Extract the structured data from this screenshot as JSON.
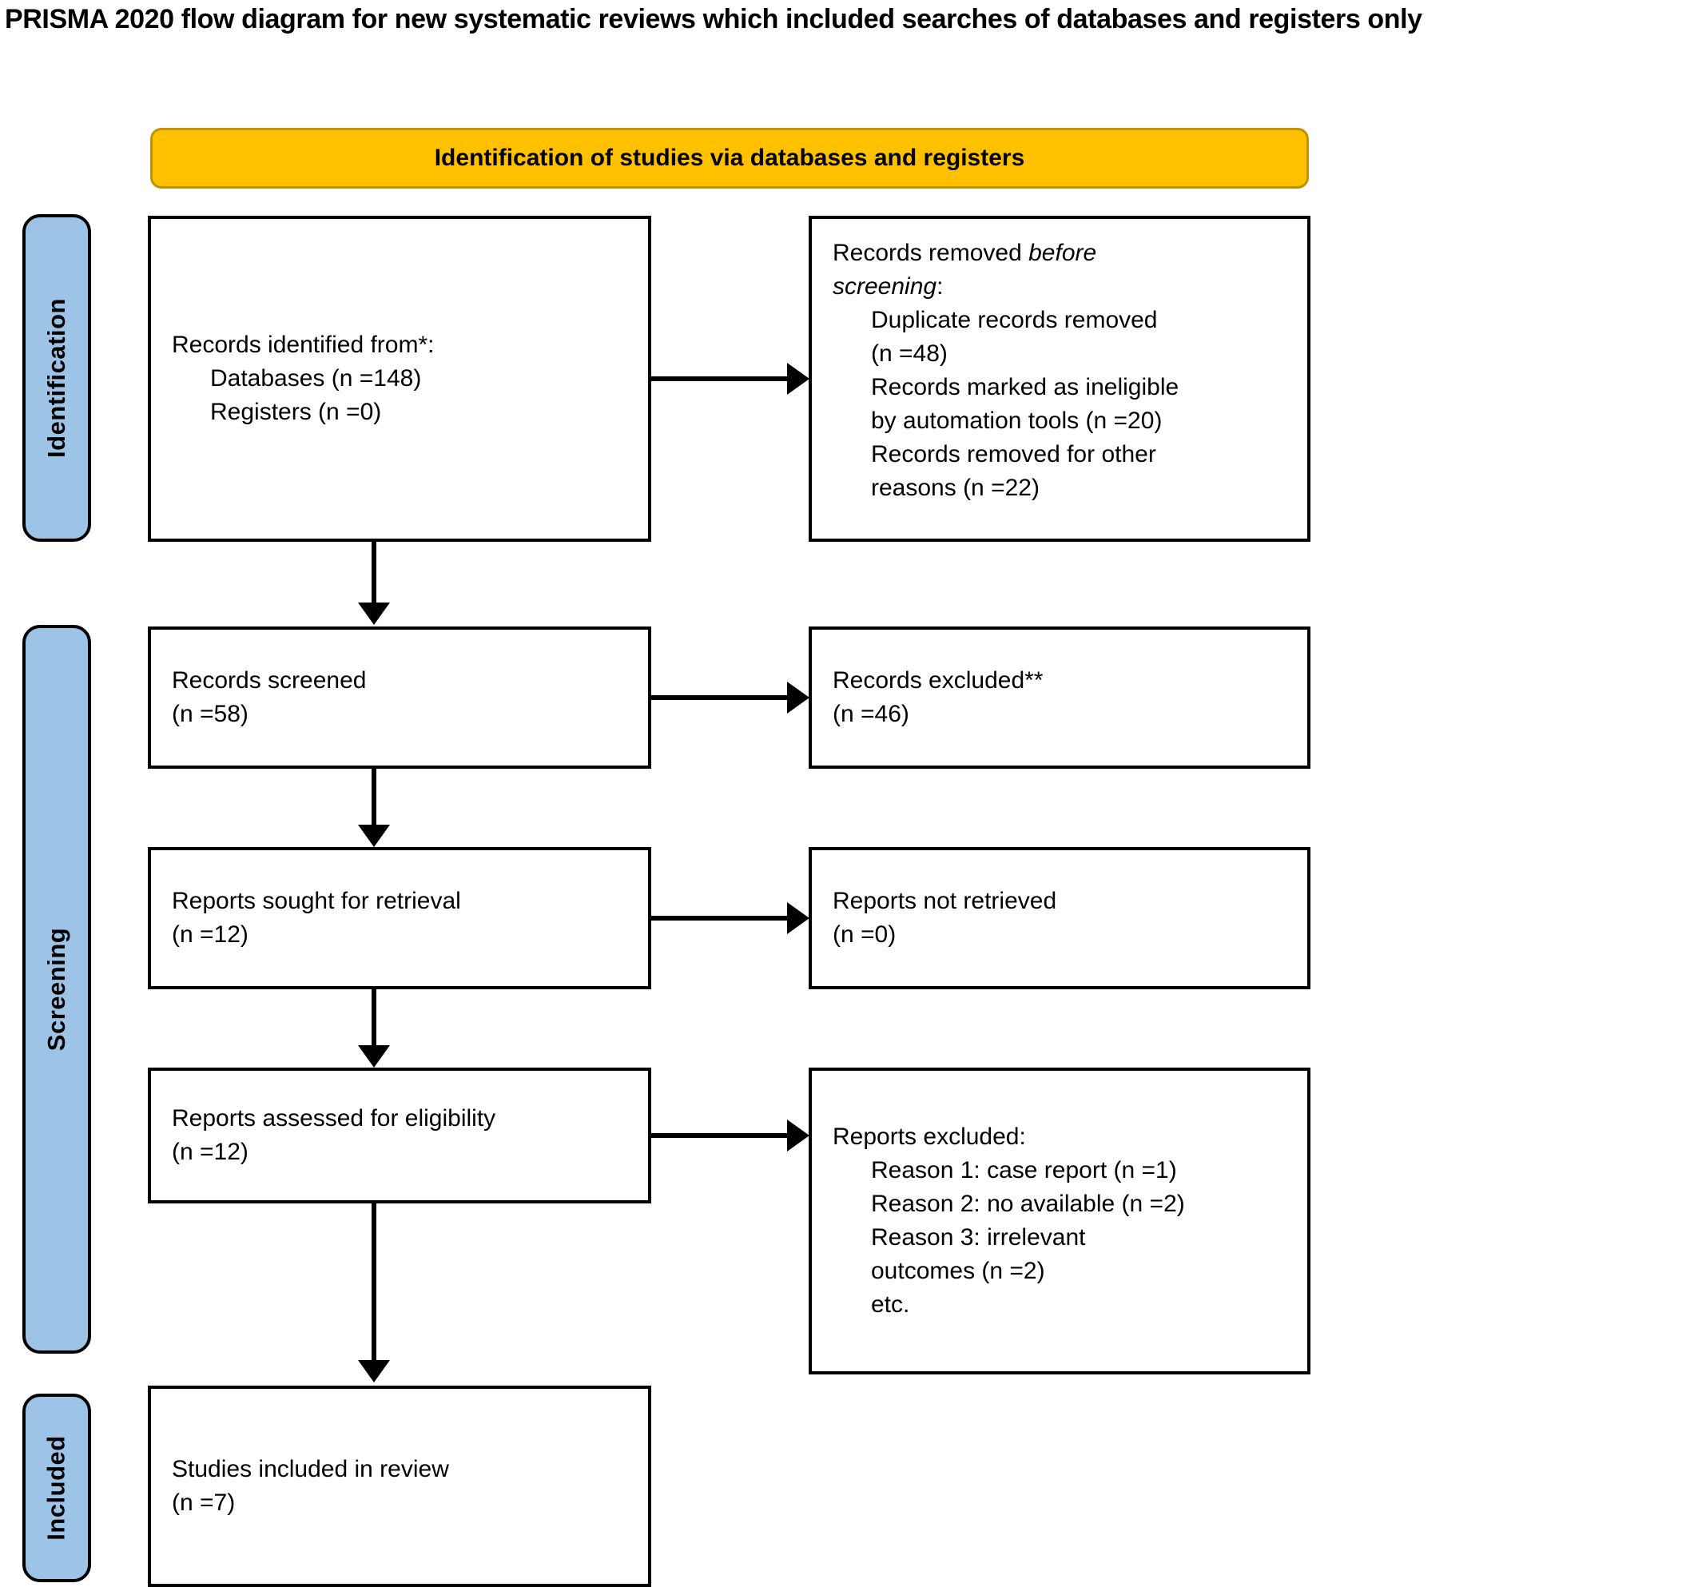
{
  "title": "PRISMA 2020 flow diagram for new systematic reviews which included searches of databases and registers only",
  "colors": {
    "banner_fill": "#FFC000",
    "banner_border": "#BF9000",
    "side_label_fill": "#9DC3E6",
    "box_border": "#000000",
    "box_fill": "#FFFFFF",
    "arrow": "#000000"
  },
  "banner": {
    "label": "Identification of studies via databases and registers"
  },
  "side_labels": [
    {
      "label": "Identification"
    },
    {
      "label": "Screening"
    },
    {
      "label": "Included"
    }
  ],
  "boxes": {
    "records_identified": {
      "lines": [
        {
          "text": "Records identified from*:",
          "indent": false
        },
        {
          "text": "Databases (n =148)",
          "indent": true
        },
        {
          "text": "Registers (n =0)",
          "indent": true
        }
      ]
    },
    "records_removed": {
      "line1_pre": "Records removed ",
      "line1_em": "before",
      "line2_em": "screening",
      "line2_post": ":",
      "lines": [
        {
          "text": "Duplicate records removed",
          "indent": true
        },
        {
          "text": "(n =48)",
          "indent": true
        },
        {
          "text": "Records marked as ineligible",
          "indent": true
        },
        {
          "text": "by automation tools (n =20)",
          "indent": true
        },
        {
          "text": "Records removed for other",
          "indent": true
        },
        {
          "text": "reasons (n =22)",
          "indent": true
        }
      ]
    },
    "records_screened": {
      "lines": [
        {
          "text": "Records screened",
          "indent": false
        },
        {
          "text": "(n =58)",
          "indent": false
        }
      ]
    },
    "records_excluded": {
      "lines": [
        {
          "text": "Records excluded**",
          "indent": false
        },
        {
          "text": "(n =46)",
          "indent": false
        }
      ]
    },
    "reports_sought": {
      "lines": [
        {
          "text": "Reports sought for retrieval",
          "indent": false
        },
        {
          "text": "(n =12)",
          "indent": false
        }
      ]
    },
    "reports_not_retrieved": {
      "lines": [
        {
          "text": "Reports not retrieved",
          "indent": false
        },
        {
          "text": "(n =0)",
          "indent": false
        }
      ]
    },
    "reports_assessed": {
      "lines": [
        {
          "text": "Reports assessed for eligibility",
          "indent": false
        },
        {
          "text": "(n =12)",
          "indent": false
        }
      ]
    },
    "reports_excluded": {
      "lines": [
        {
          "text": "Reports excluded:",
          "indent": false
        },
        {
          "text": "Reason 1: case report (n =1)",
          "indent": true
        },
        {
          "text": "Reason 2: no available (n =2)",
          "indent": true
        },
        {
          "text": "Reason 3: irrelevant",
          "indent": true
        },
        {
          "text": "outcomes (n =2)",
          "indent": true
        },
        {
          "text": "etc.",
          "indent": true
        }
      ]
    },
    "studies_included": {
      "lines": [
        {
          "text": "Studies included in review",
          "indent": false
        },
        {
          "text": "(n =7)",
          "indent": false
        }
      ]
    }
  },
  "flow_data": {
    "type": "flowchart",
    "identified_databases": 148,
    "identified_registers": 0,
    "duplicates_removed": 48,
    "ineligible_automation": 20,
    "removed_other_reasons": 22,
    "records_screened": 58,
    "records_excluded": 46,
    "reports_sought": 12,
    "reports_not_retrieved": 0,
    "reports_assessed": 12,
    "excluded_reason_1_case_report": 1,
    "excluded_reason_2_no_available": 2,
    "excluded_reason_3_irrelevant_outcomes": 2,
    "studies_included": 7
  }
}
